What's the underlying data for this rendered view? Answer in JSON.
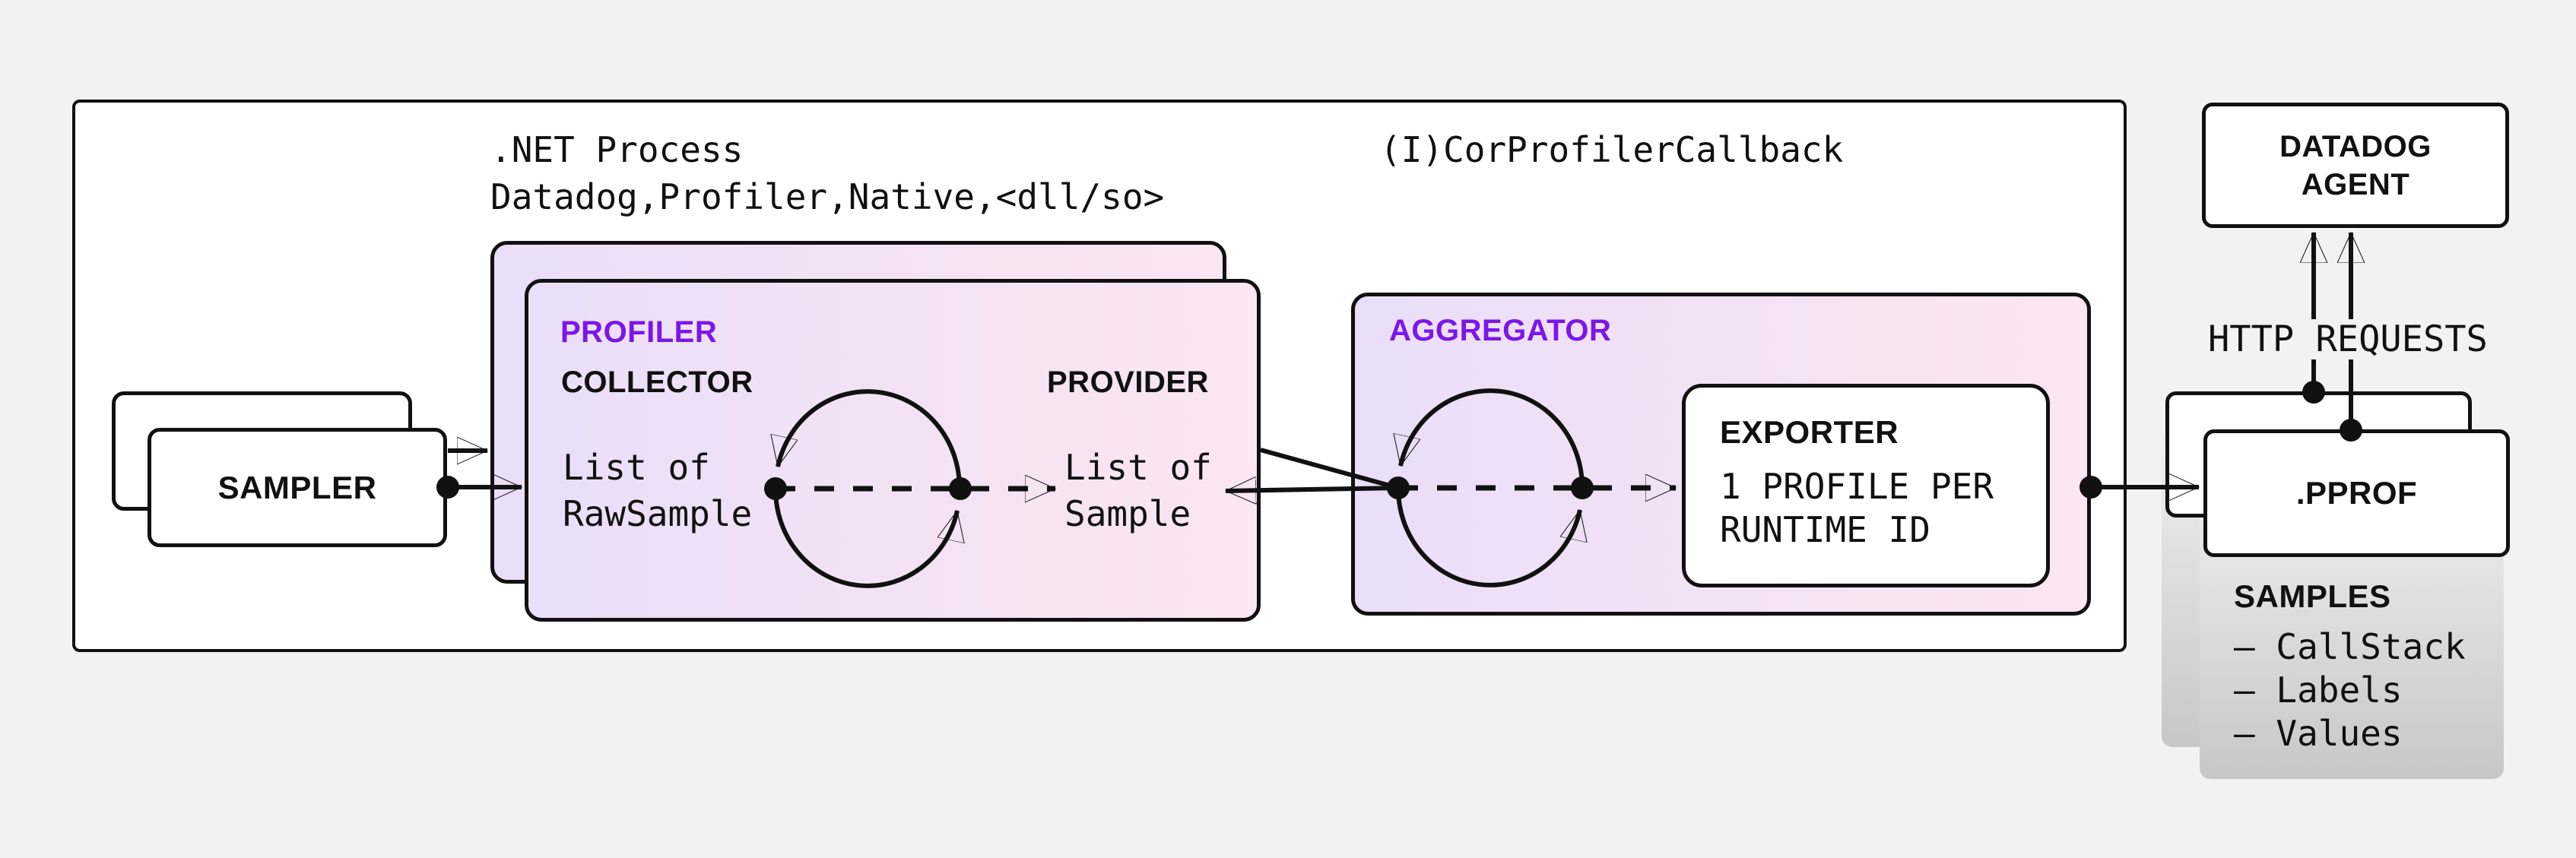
{
  "colors": {
    "background": "#F2F2F3",
    "box_fill": "#FFFFFF",
    "line": "#111111",
    "accent_purple": "#7B16E8",
    "gradient_left": "#EADEF8",
    "gradient_right": "#FBE6F1",
    "shadow_top": "#F0F0F1",
    "shadow_bottom": "#C7C7C8"
  },
  "process_container": {
    "title_line1": ".NET Process",
    "title_line2": "Datadog,Profiler,Native,<dll/so>",
    "callback_label": "(I)CorProfilerCallback"
  },
  "sampler": {
    "label": "SAMPLER"
  },
  "profiler": {
    "title": "PROFILER",
    "collector_label": "COLLECTOR",
    "provider_label": "PROVIDER",
    "collector_value": "List of\nRawSample",
    "provider_value": "List of\nSample"
  },
  "aggregator": {
    "title": "AGGREGATOR",
    "exporter_title": "EXPORTER",
    "exporter_value": "1 PROFILE PER\nRUNTIME ID"
  },
  "output": {
    "pprof_label": ".PPROF",
    "samples_title": "SAMPLES",
    "samples_items": [
      "– CallStack",
      "– Labels",
      "– Values"
    ],
    "http_label": "HTTP REQUESTS"
  },
  "agent": {
    "label": "DATADOG\nAGENT"
  }
}
